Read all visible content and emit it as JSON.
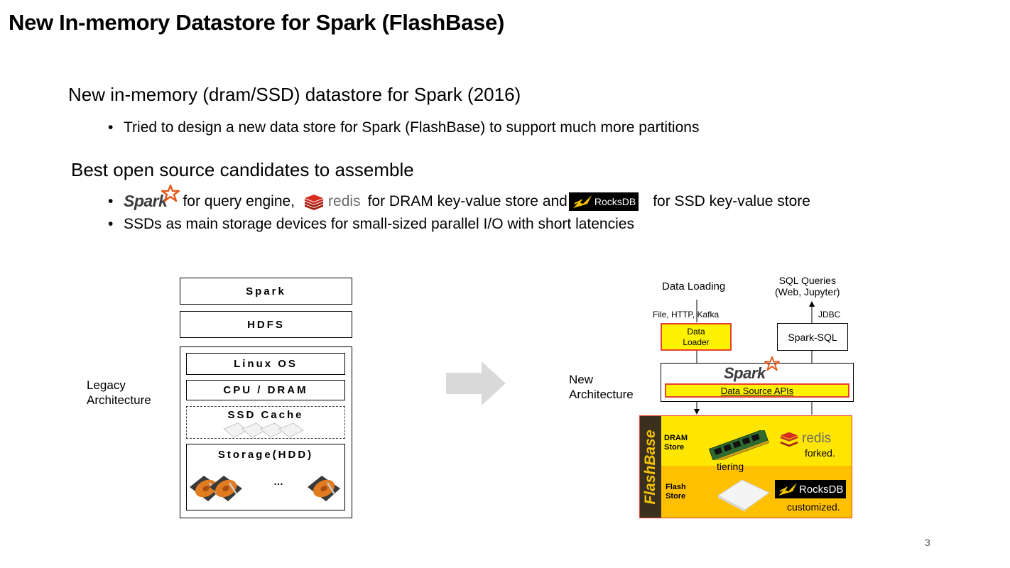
{
  "slide": {
    "title": "New In-memory Datastore for Spark (FlashBase)",
    "page_number": "3"
  },
  "section1": {
    "heading": "New in-memory (dram/SSD) datastore for Spark (2016)",
    "bullets": [
      "Tried to design a new data store for Spark (FlashBase) to support much more partitions"
    ]
  },
  "section2": {
    "heading": "Best open source candidates to assemble",
    "bullet1": {
      "spark_logo": "Spark",
      "text1": "for query engine,",
      "redis_logo": "redis",
      "text2": "for DRAM key-value store and",
      "rocksdb_logo": "RocksDB",
      "text3": "for SSD key-value store"
    },
    "bullet2": "SSDs as main storage devices for small-sized parallel I/O with short latencies"
  },
  "legacy": {
    "label_line1": "Legacy",
    "label_line2": "Architecture",
    "spark": "Spark",
    "hdfs": "HDFS",
    "linux": "Linux OS",
    "cpu": "CPU / DRAM",
    "ssd_cache": "SSD Cache",
    "storage": "Storage(HDD)",
    "ellipsis": "…"
  },
  "new_arch": {
    "label_line1": "New",
    "label_line2": "Architecture",
    "data_loading": "Data Loading",
    "sql_queries_line1": "SQL Queries",
    "sql_queries_line2": "(Web, Jupyter)",
    "file_http_kafka": "File, HTTP, Kafka",
    "jdbc": "JDBC",
    "data_loader_line1": "Data",
    "data_loader_line2": "Loader",
    "spark_sql": "Spark-SQL",
    "spark_logo": "Spark",
    "data_source_apis": "Data Source APIs",
    "flashbase_logo": "FlashBase",
    "dram_store_line1": "DRAM",
    "dram_store_line2": "Store",
    "flash_store_line1": "Flash",
    "flash_store_line2": "Store",
    "tiering": "tiering",
    "redis_logo": "redis",
    "forked": "forked.",
    "rocksdb_logo": "RocksDB",
    "customized": "customized."
  },
  "colors": {
    "yellow": "#fff200",
    "red_border": "#e8422c",
    "spark_orange": "#e25a1c",
    "redis_red": "#d82c20",
    "gray_arrow": "#d9d9d9",
    "dram_yellow": "#ffe600",
    "flash_yellow": "#ffc000"
  }
}
